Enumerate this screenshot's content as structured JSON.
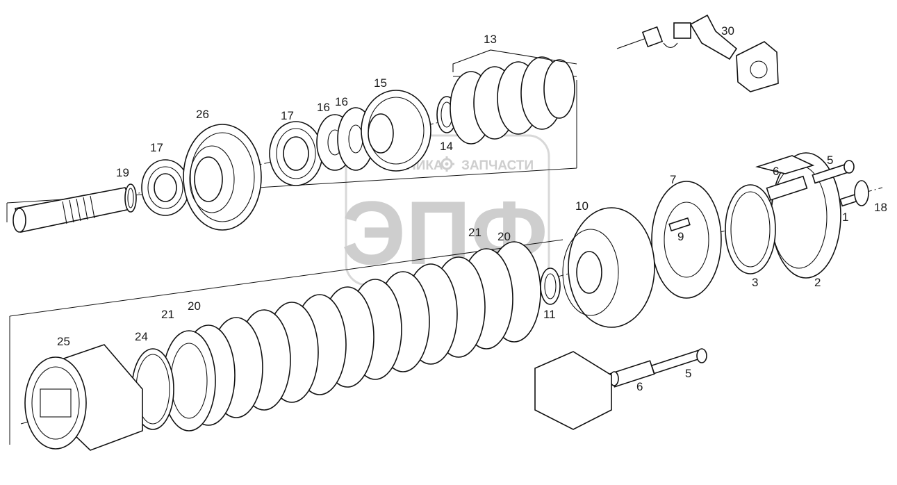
{
  "watermark": {
    "line1_left": "ТЕХНИКА",
    "line1_right": "ЗАПЧАСТИ",
    "big": "ЭПФ",
    "gear": "gear-icon"
  },
  "callouts": {
    "p1": "1",
    "p2": "2",
    "p3": "3",
    "p5a": "5",
    "p5b": "5",
    "p6a": "6",
    "p6b": "6",
    "p7": "7",
    "p9": "9",
    "p10": "10",
    "p11": "11",
    "p13": "13",
    "p14": "14",
    "p15": "15",
    "p16a": "16",
    "p16b": "16",
    "p17a": "17",
    "p17b": "17",
    "p18": "18",
    "p19": "19",
    "p20a": "20",
    "p20b": "20",
    "p21a": "21",
    "p21b": "21",
    "p24": "24",
    "p25": "25",
    "p26": "26",
    "p30": "30"
  }
}
